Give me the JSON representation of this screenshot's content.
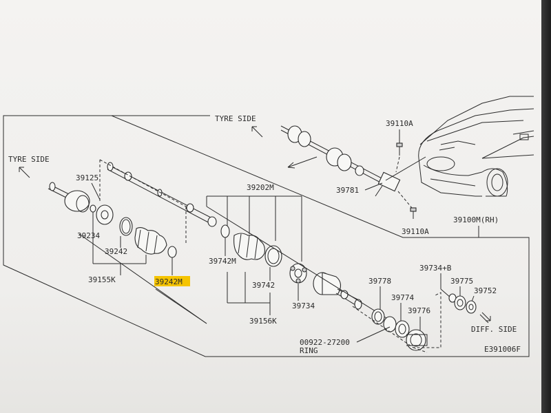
{
  "labels": {
    "tyre_side_top": "TYRE SIDE",
    "tyre_side_left": "TYRE SIDE",
    "diff_side": "DIFF. SIDE",
    "p39110A_top": "39110A",
    "p39110A_bottom": "39110A",
    "p39781": "39781",
    "p39100M": "39100M(RH)",
    "p39125": "39125",
    "p39234": "39234",
    "p39242": "39242",
    "p39155K": "39155K",
    "p39242M": "39242M",
    "p39202M": "39202M",
    "p39742M": "39742M",
    "p39742": "39742",
    "p39734": "39734",
    "p39156K": "39156K",
    "p39778": "39778",
    "p39774": "39774",
    "p39776": "39776",
    "p39734B": "39734+B",
    "p39775": "39775",
    "p39752": "39752",
    "p00922": "00922-27200",
    "ring": "RING",
    "figure_code": "E391006F"
  },
  "highlight_color": "#f5c400"
}
